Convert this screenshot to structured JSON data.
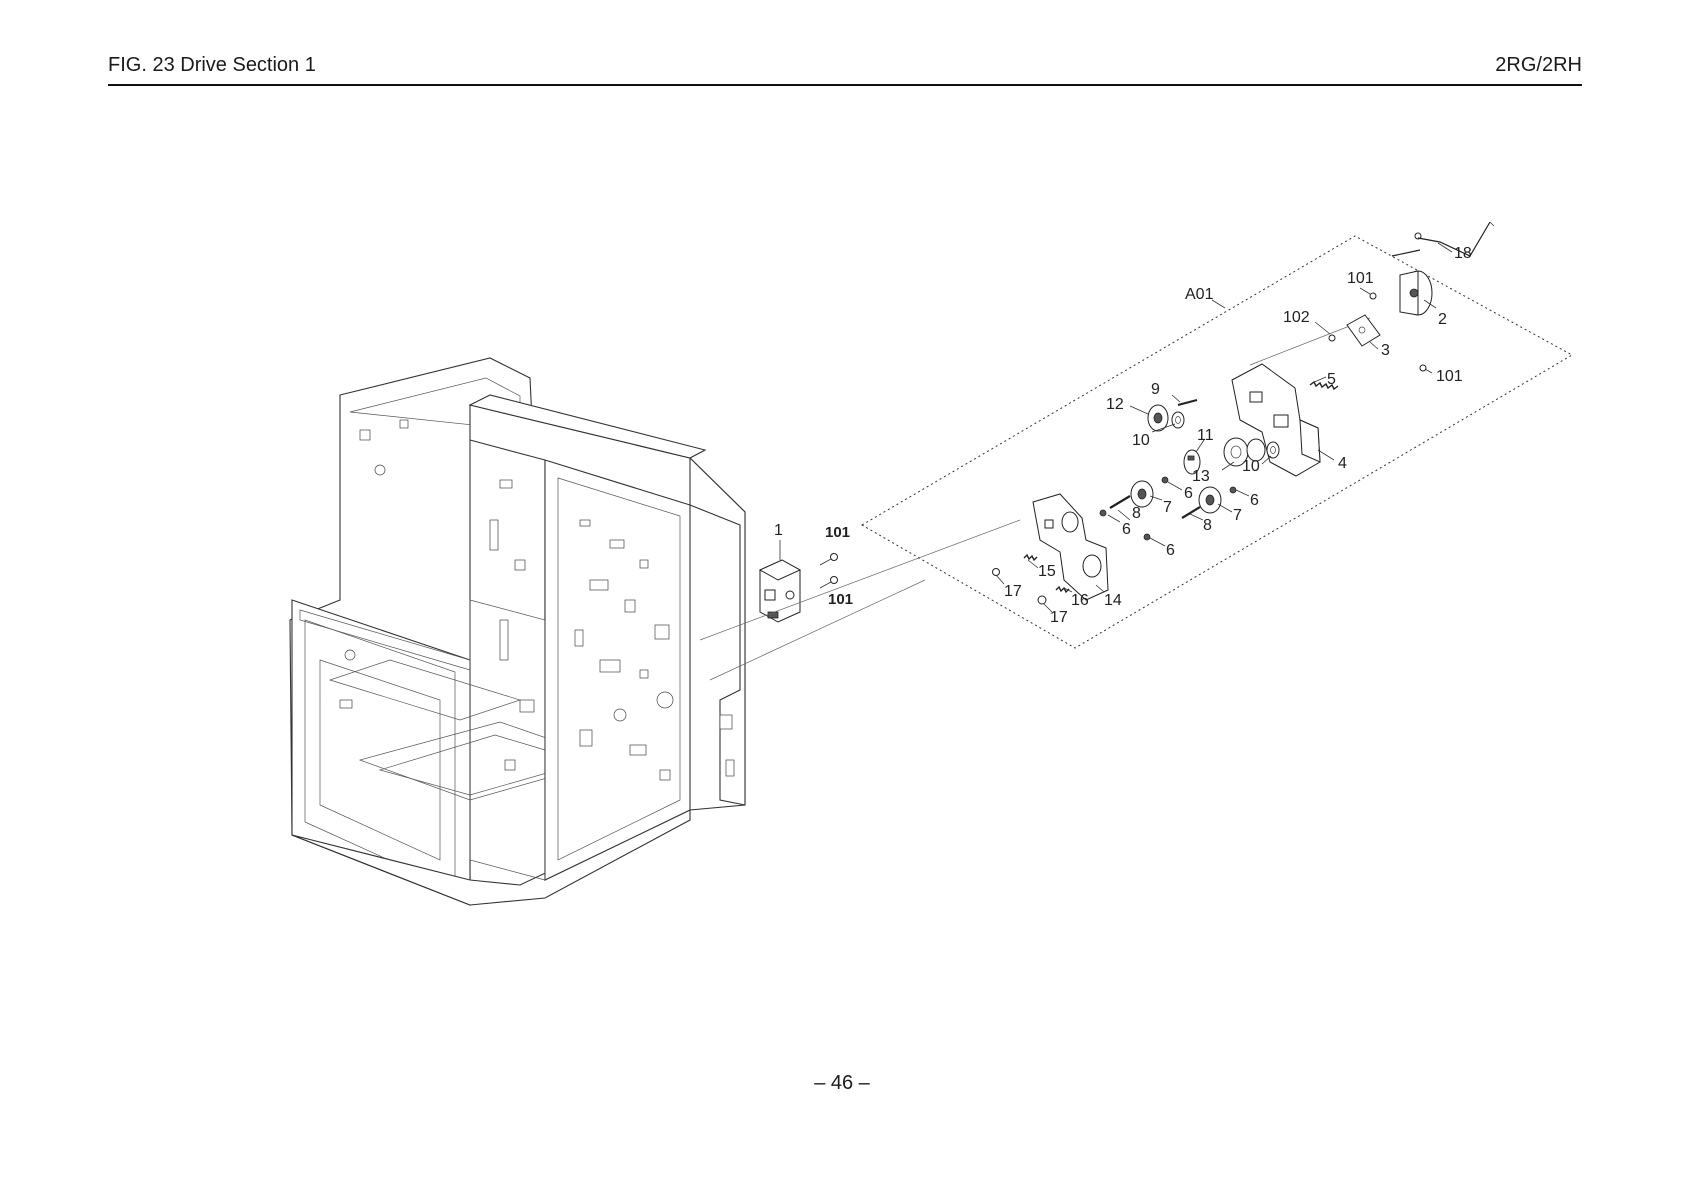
{
  "header": {
    "title": "FIG.  23  Drive Section 1",
    "model_code": "2RG/2RH"
  },
  "footer": {
    "page_number": "– 46 –"
  },
  "callouts": [
    {
      "id": "c-a01",
      "label": "A01"
    },
    {
      "id": "c-1",
      "label": "1"
    },
    {
      "id": "c-101-a",
      "label": "101",
      "bold": true
    },
    {
      "id": "c-101-b",
      "label": "101",
      "bold": true
    },
    {
      "id": "c-101-c",
      "label": "101"
    },
    {
      "id": "c-101-d",
      "label": "101"
    },
    {
      "id": "c-102",
      "label": "102"
    },
    {
      "id": "c-2",
      "label": "2"
    },
    {
      "id": "c-3",
      "label": "3"
    },
    {
      "id": "c-4",
      "label": "4"
    },
    {
      "id": "c-5",
      "label": "5"
    },
    {
      "id": "c-6-a",
      "label": "6"
    },
    {
      "id": "c-6-b",
      "label": "6"
    },
    {
      "id": "c-6-c",
      "label": "6"
    },
    {
      "id": "c-6-d",
      "label": "6"
    },
    {
      "id": "c-7-a",
      "label": "7"
    },
    {
      "id": "c-7-b",
      "label": "7"
    },
    {
      "id": "c-8-a",
      "label": "8"
    },
    {
      "id": "c-8-b",
      "label": "8"
    },
    {
      "id": "c-9",
      "label": "9"
    },
    {
      "id": "c-10-a",
      "label": "10"
    },
    {
      "id": "c-10-b",
      "label": "10"
    },
    {
      "id": "c-11",
      "label": "11"
    },
    {
      "id": "c-12",
      "label": "12"
    },
    {
      "id": "c-13",
      "label": "13"
    },
    {
      "id": "c-14",
      "label": "14"
    },
    {
      "id": "c-15",
      "label": "15"
    },
    {
      "id": "c-16",
      "label": "16"
    },
    {
      "id": "c-17-a",
      "label": "17"
    },
    {
      "id": "c-17-b",
      "label": "17"
    },
    {
      "id": "c-18",
      "label": "18"
    }
  ]
}
